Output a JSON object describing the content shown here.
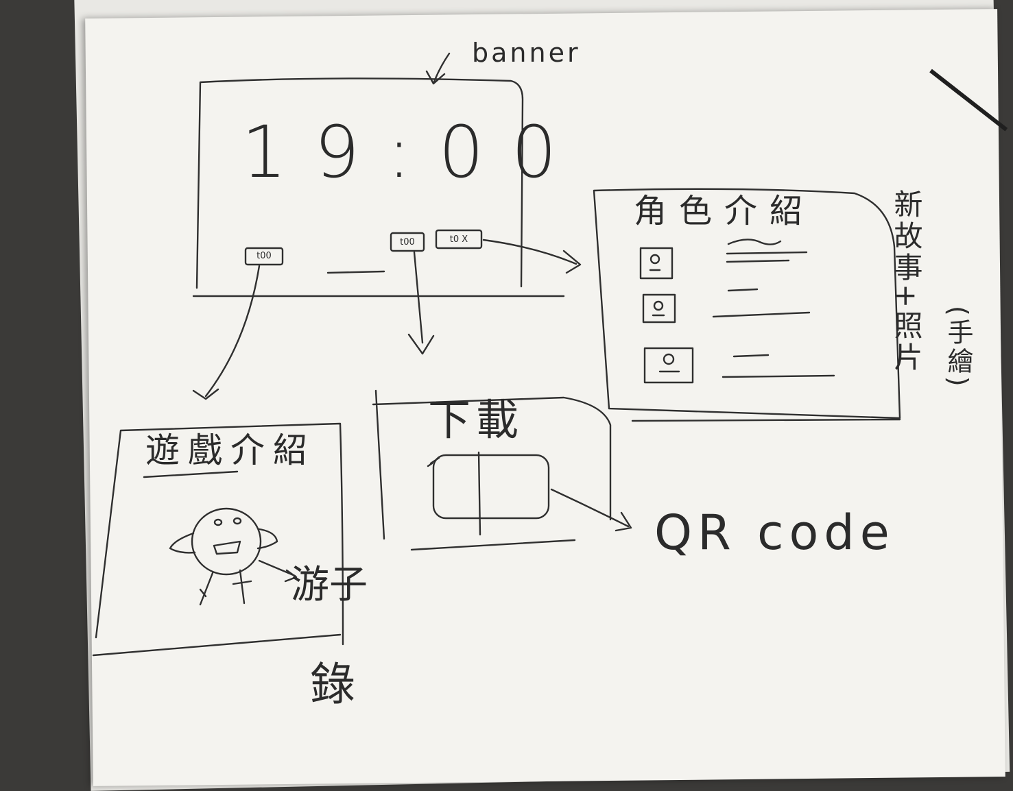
{
  "labels": {
    "banner": "banner",
    "clock": "19:00",
    "button_left": "t00",
    "button_mid": "t00",
    "button_right": "t0 X",
    "character_title": "角色介紹",
    "character_note": "新故事+照片",
    "character_note_paren": "(手繪)",
    "game_title": "遊戲介紹",
    "game_note_top": "游子",
    "game_note_bottom": "錄",
    "download_title": "下載",
    "qr_label": "QR code"
  }
}
